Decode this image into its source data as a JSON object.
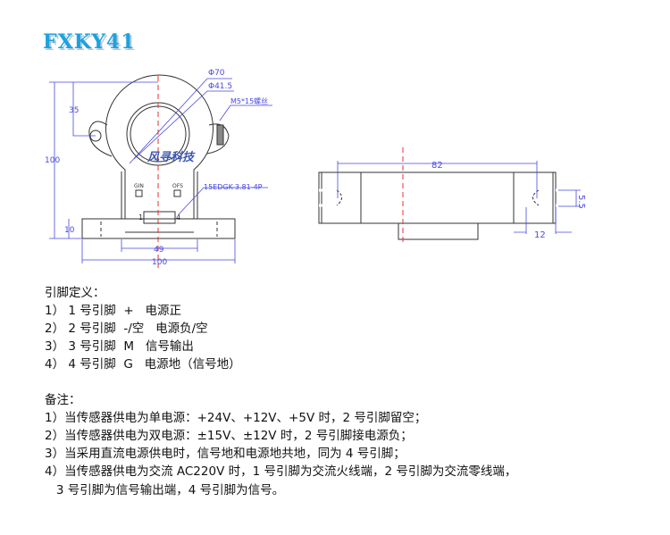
{
  "title": "FXKY41",
  "drawing": {
    "outer_dia": "Φ70",
    "inner_dia": "Φ41.5",
    "screw": "M5*15螺丝",
    "brand": "风寻科技",
    "connector": "15EDGK-3.81-4P",
    "gin": "GIN",
    "ofs": "OFS",
    "pin1": "1",
    "pin4": "4",
    "dim_height": "100",
    "dim_35": "35",
    "dim_10": "10",
    "dim_49": "49",
    "dim_width": "100",
    "dim_82": "82",
    "dim_5_5": "5.5",
    "dim_12": "12"
  },
  "pins": {
    "heading": "引脚定义：",
    "items": [
      "1） 1 号引脚  +   电源正",
      "2） 2 号引脚  -/空   电源负/空",
      "3） 3 号引脚  M   信号输出",
      "4） 4 号引脚  G   电源地（信号地）"
    ]
  },
  "notes": {
    "heading": "备注：",
    "items": [
      "1）当传感器供电为单电源：+24V、+12V、+5V 时，2 号引脚留空；",
      "2）当传感器供电为双电源：±15V、±12V 时，2 号引脚接电源负；",
      "3）当采用直流电源供电时，信号地和电源地共地，同为 4 号引脚；",
      "4）当传感器供电为交流 AC220V 时，1 号引脚为交流火线端，2 号引脚为交流零线端，",
      "   3 号引脚为信号输出端，4 号引脚为信号。"
    ]
  },
  "colors": {
    "line": "#333333",
    "dim": "#4a4ae0",
    "center": "#e83030",
    "title": "#1aa3e0"
  }
}
